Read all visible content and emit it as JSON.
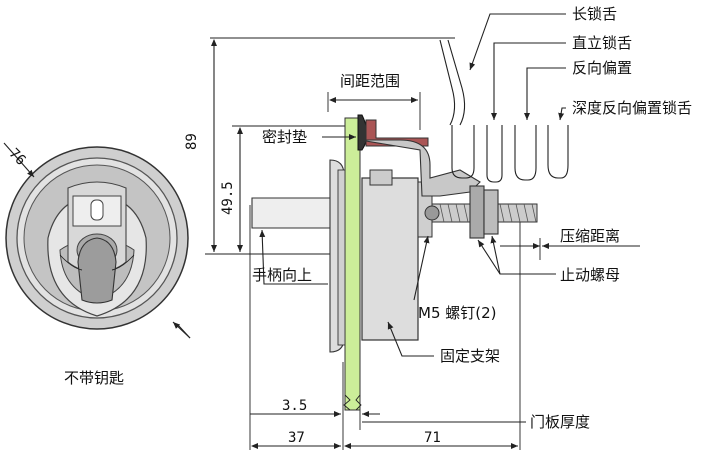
{
  "labels": {
    "long_tongue": "长锁舌",
    "straight_tongue": "直立锁舌",
    "reverse_offset": "反向偏置",
    "deep_reverse_offset": "深度反向偏置锁舌",
    "spacing_range": "间距范围",
    "gasket": "密封垫",
    "handle_up": "手柄向上",
    "screw": "M5  螺钉(2)",
    "compress_distance": "压缩距离",
    "stop_nut": "止动螺母",
    "bracket": "固定支架",
    "no_key": "不带钥匙",
    "door_thickness": "门板厚度"
  },
  "dimensions": {
    "diameter": "76",
    "height_total": "89",
    "height_center": "49.5",
    "offset": "3.5",
    "depth_front": "37",
    "depth_back": "71"
  },
  "colors": {
    "door_panel": "#ccee99",
    "gasket": "#333333",
    "tongue": "#aa5555",
    "body_fill": "#dddddd",
    "dark_fill": "#999999"
  }
}
